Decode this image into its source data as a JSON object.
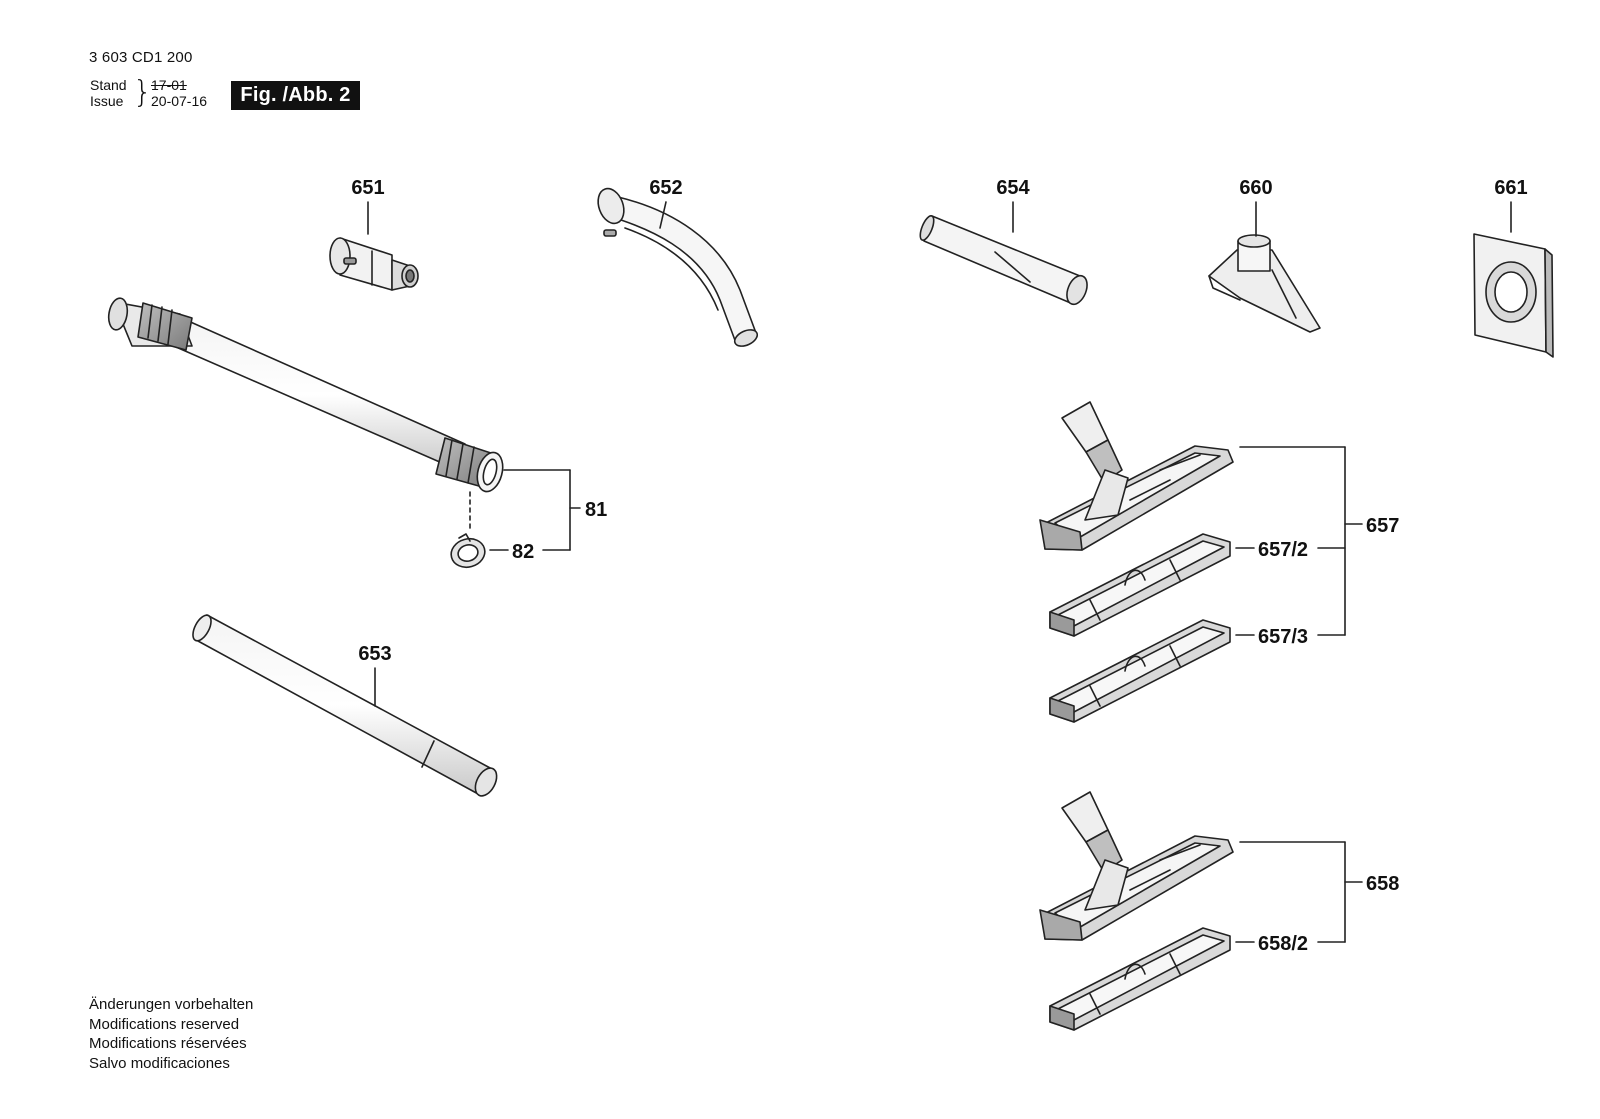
{
  "header": {
    "doc_number": "3 603 CD1 200",
    "stand_label": "Stand",
    "issue_label": "Issue",
    "old_date": "17-01",
    "new_date": "20-07-16",
    "figure_label": "Fig. /Abb. 2"
  },
  "callouts": {
    "p651": "651",
    "p652": "652",
    "p654": "654",
    "p660": "660",
    "p661": "661",
    "p81": "81",
    "p82": "82",
    "p653": "653",
    "p657": "657",
    "p657_2": "657/2",
    "p657_3": "657/3",
    "p658": "658",
    "p658_2": "658/2"
  },
  "footer": {
    "line_de": "Änderungen vorbehalten",
    "line_en": "Modifications reserved",
    "line_fr": "Modifications réservées",
    "line_es": "Salvo modificaciones"
  }
}
